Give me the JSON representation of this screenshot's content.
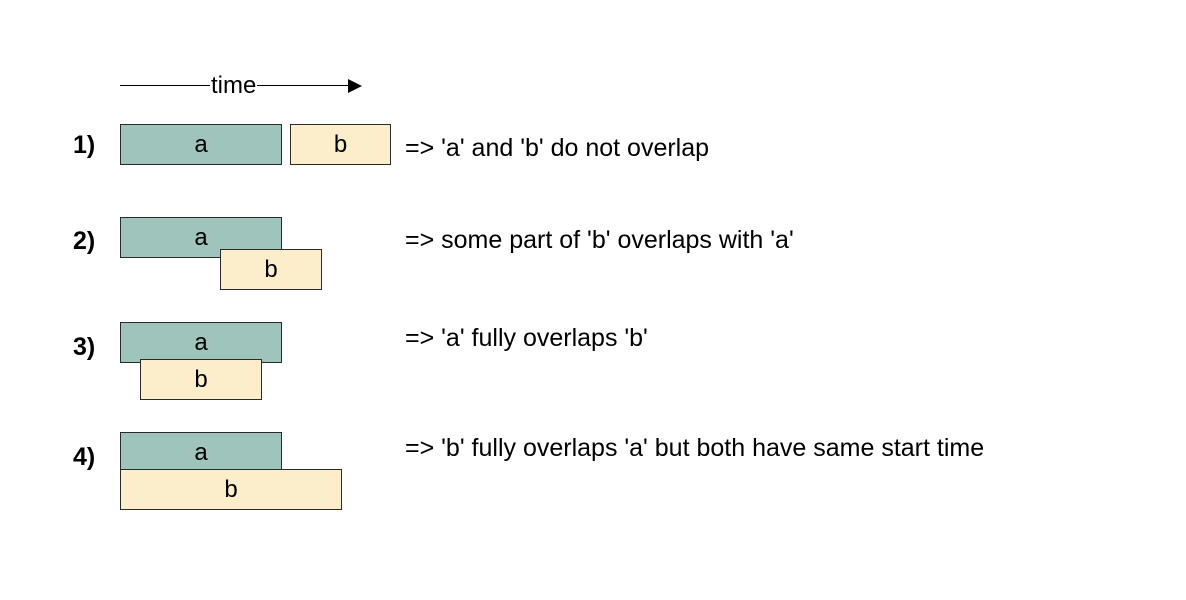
{
  "axis": {
    "label": "time"
  },
  "rows": [
    {
      "number": "1)",
      "a_label": "a",
      "b_label": "b",
      "description": "=> 'a' and 'b' do not overlap"
    },
    {
      "number": "2)",
      "a_label": "a",
      "b_label": "b",
      "description": "=> some part of 'b' overlaps with 'a'"
    },
    {
      "number": "3)",
      "a_label": "a",
      "b_label": "b",
      "description": "=> 'a' fully overlaps 'b'"
    },
    {
      "number": "4)",
      "a_label": "a",
      "b_label": "b",
      "description": "=> 'b' fully overlaps 'a' but both have same start time"
    }
  ],
  "colors": {
    "a_fill": "#9fc4bb",
    "b_fill": "#fdeecb",
    "stroke": "#2b2b2b"
  }
}
